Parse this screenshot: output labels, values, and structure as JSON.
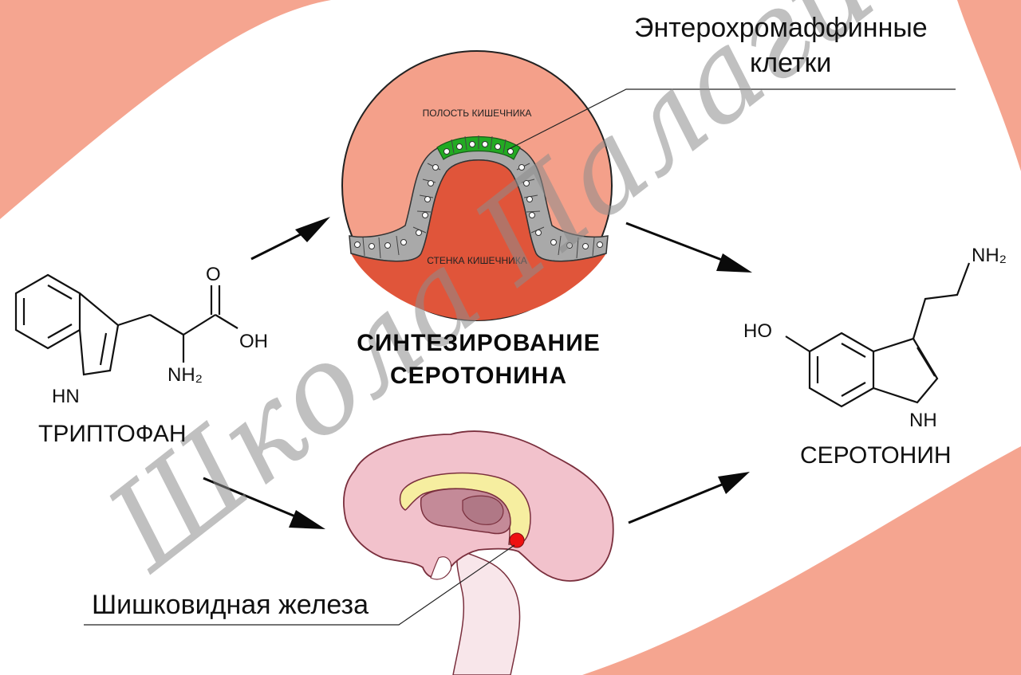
{
  "title": {
    "line1": "СИНТЕЗИРОВАНИЕ",
    "line2": "СЕРОТОНИНА"
  },
  "labels": {
    "enterochromaffin_line1": "Энтерохромаффинные",
    "enterochromaffin_line2": "клетки",
    "intestine_cavity": "ПОЛОСТЬ КИШЕЧНИКА",
    "intestine_wall": "СТЕНКА КИШЕЧНИКА",
    "pineal_gland": "Шишковидная железа",
    "tryptophan": "ТРИПТОФАН",
    "serotonin": "СЕРОТОНИН"
  },
  "tryptophan_groups": {
    "o": "O",
    "oh": "OH",
    "nh2": "NH₂",
    "hn": "HN"
  },
  "serotonin_groups": {
    "nh2": "NH₂",
    "ho": "HO",
    "nh": "NH"
  },
  "watermark": "Школа Палагина",
  "colors": {
    "background_blob": "#f5a590",
    "intestine_cavity": "#f4a08a",
    "intestine_wall": "#e0553a",
    "epithelium": "#a9a9a9",
    "enterochromaffin_cells": "#22aa22",
    "brain": "#f2c2cc",
    "corpus_callosum": "#f6eea0",
    "thalamus": "#c48a98",
    "pineal_gland": "#ee1111",
    "watermark": "#8c8c8c"
  }
}
